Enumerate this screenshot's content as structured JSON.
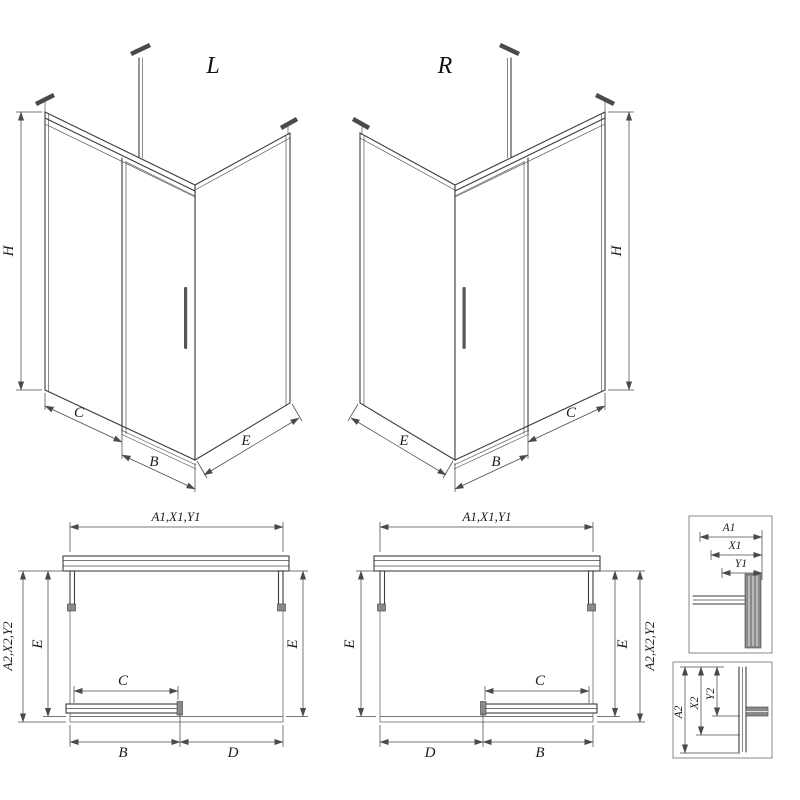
{
  "iso_left": {
    "title": "L",
    "h": "H",
    "c": "C",
    "b": "B",
    "e": "E"
  },
  "iso_right": {
    "title": "R",
    "h": "H",
    "c": "C",
    "b": "B",
    "e": "E"
  },
  "plan_left": {
    "top": "A1,X1,Y1",
    "side": "A2,X2,Y2",
    "e_left": "E",
    "e_right": "E",
    "c": "C",
    "b": "B",
    "d": "D"
  },
  "plan_right": {
    "top": "A1,X1,Y1",
    "side": "A2,X2,Y2",
    "e_left": "E",
    "e_right": "E",
    "c": "C",
    "b": "B",
    "d": "D"
  },
  "detail_top": {
    "a1": "A1",
    "x1": "X1",
    "y1": "Y1"
  },
  "detail_bottom": {
    "a2": "A2",
    "x2": "X2",
    "y2": "Y2"
  },
  "colors": {
    "line": "#3c3c3c",
    "dim": "#4a4a4a",
    "metal": "#8a8a8a",
    "background": "#ffffff"
  }
}
